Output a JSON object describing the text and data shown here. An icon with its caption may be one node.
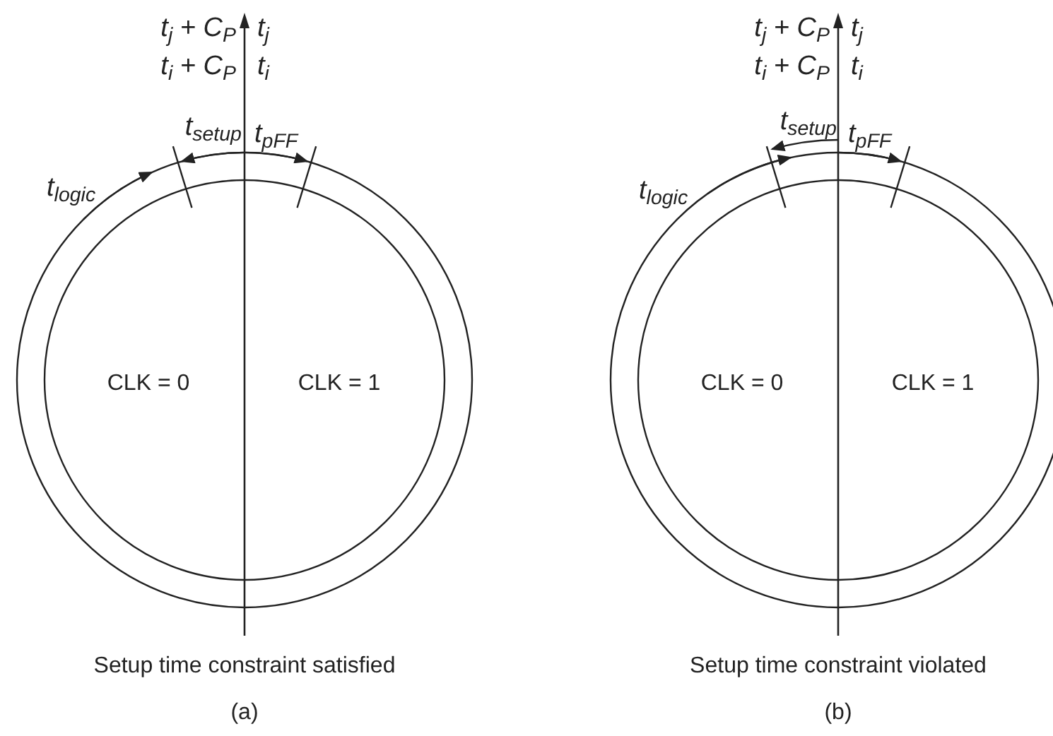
{
  "diagram": {
    "labels": [
      "t$_{j}$ + C$_{P}$",
      "t$_{j}$",
      "t$_{i}$ + C$_{P}$",
      "t$_{i}$",
      "t$_{setup}$",
      "t$_{pFF}$",
      "t$_{logic}$",
      "CLK = 0",
      "CLK = 1",
      "Setup time constraint satisfied",
      "(a)",
      "t$_{j}$ + C$_{P}$",
      "t$_{j}$",
      "t$_{i}$ + C$_{P}$",
      "t$_{i}$",
      "t$_{setup}$",
      "t$_{pFF}$",
      "t$_{logic}$",
      "CLK = 0",
      "CLK = 1",
      "Setup time constraint violated",
      "(b)"
    ]
  }
}
